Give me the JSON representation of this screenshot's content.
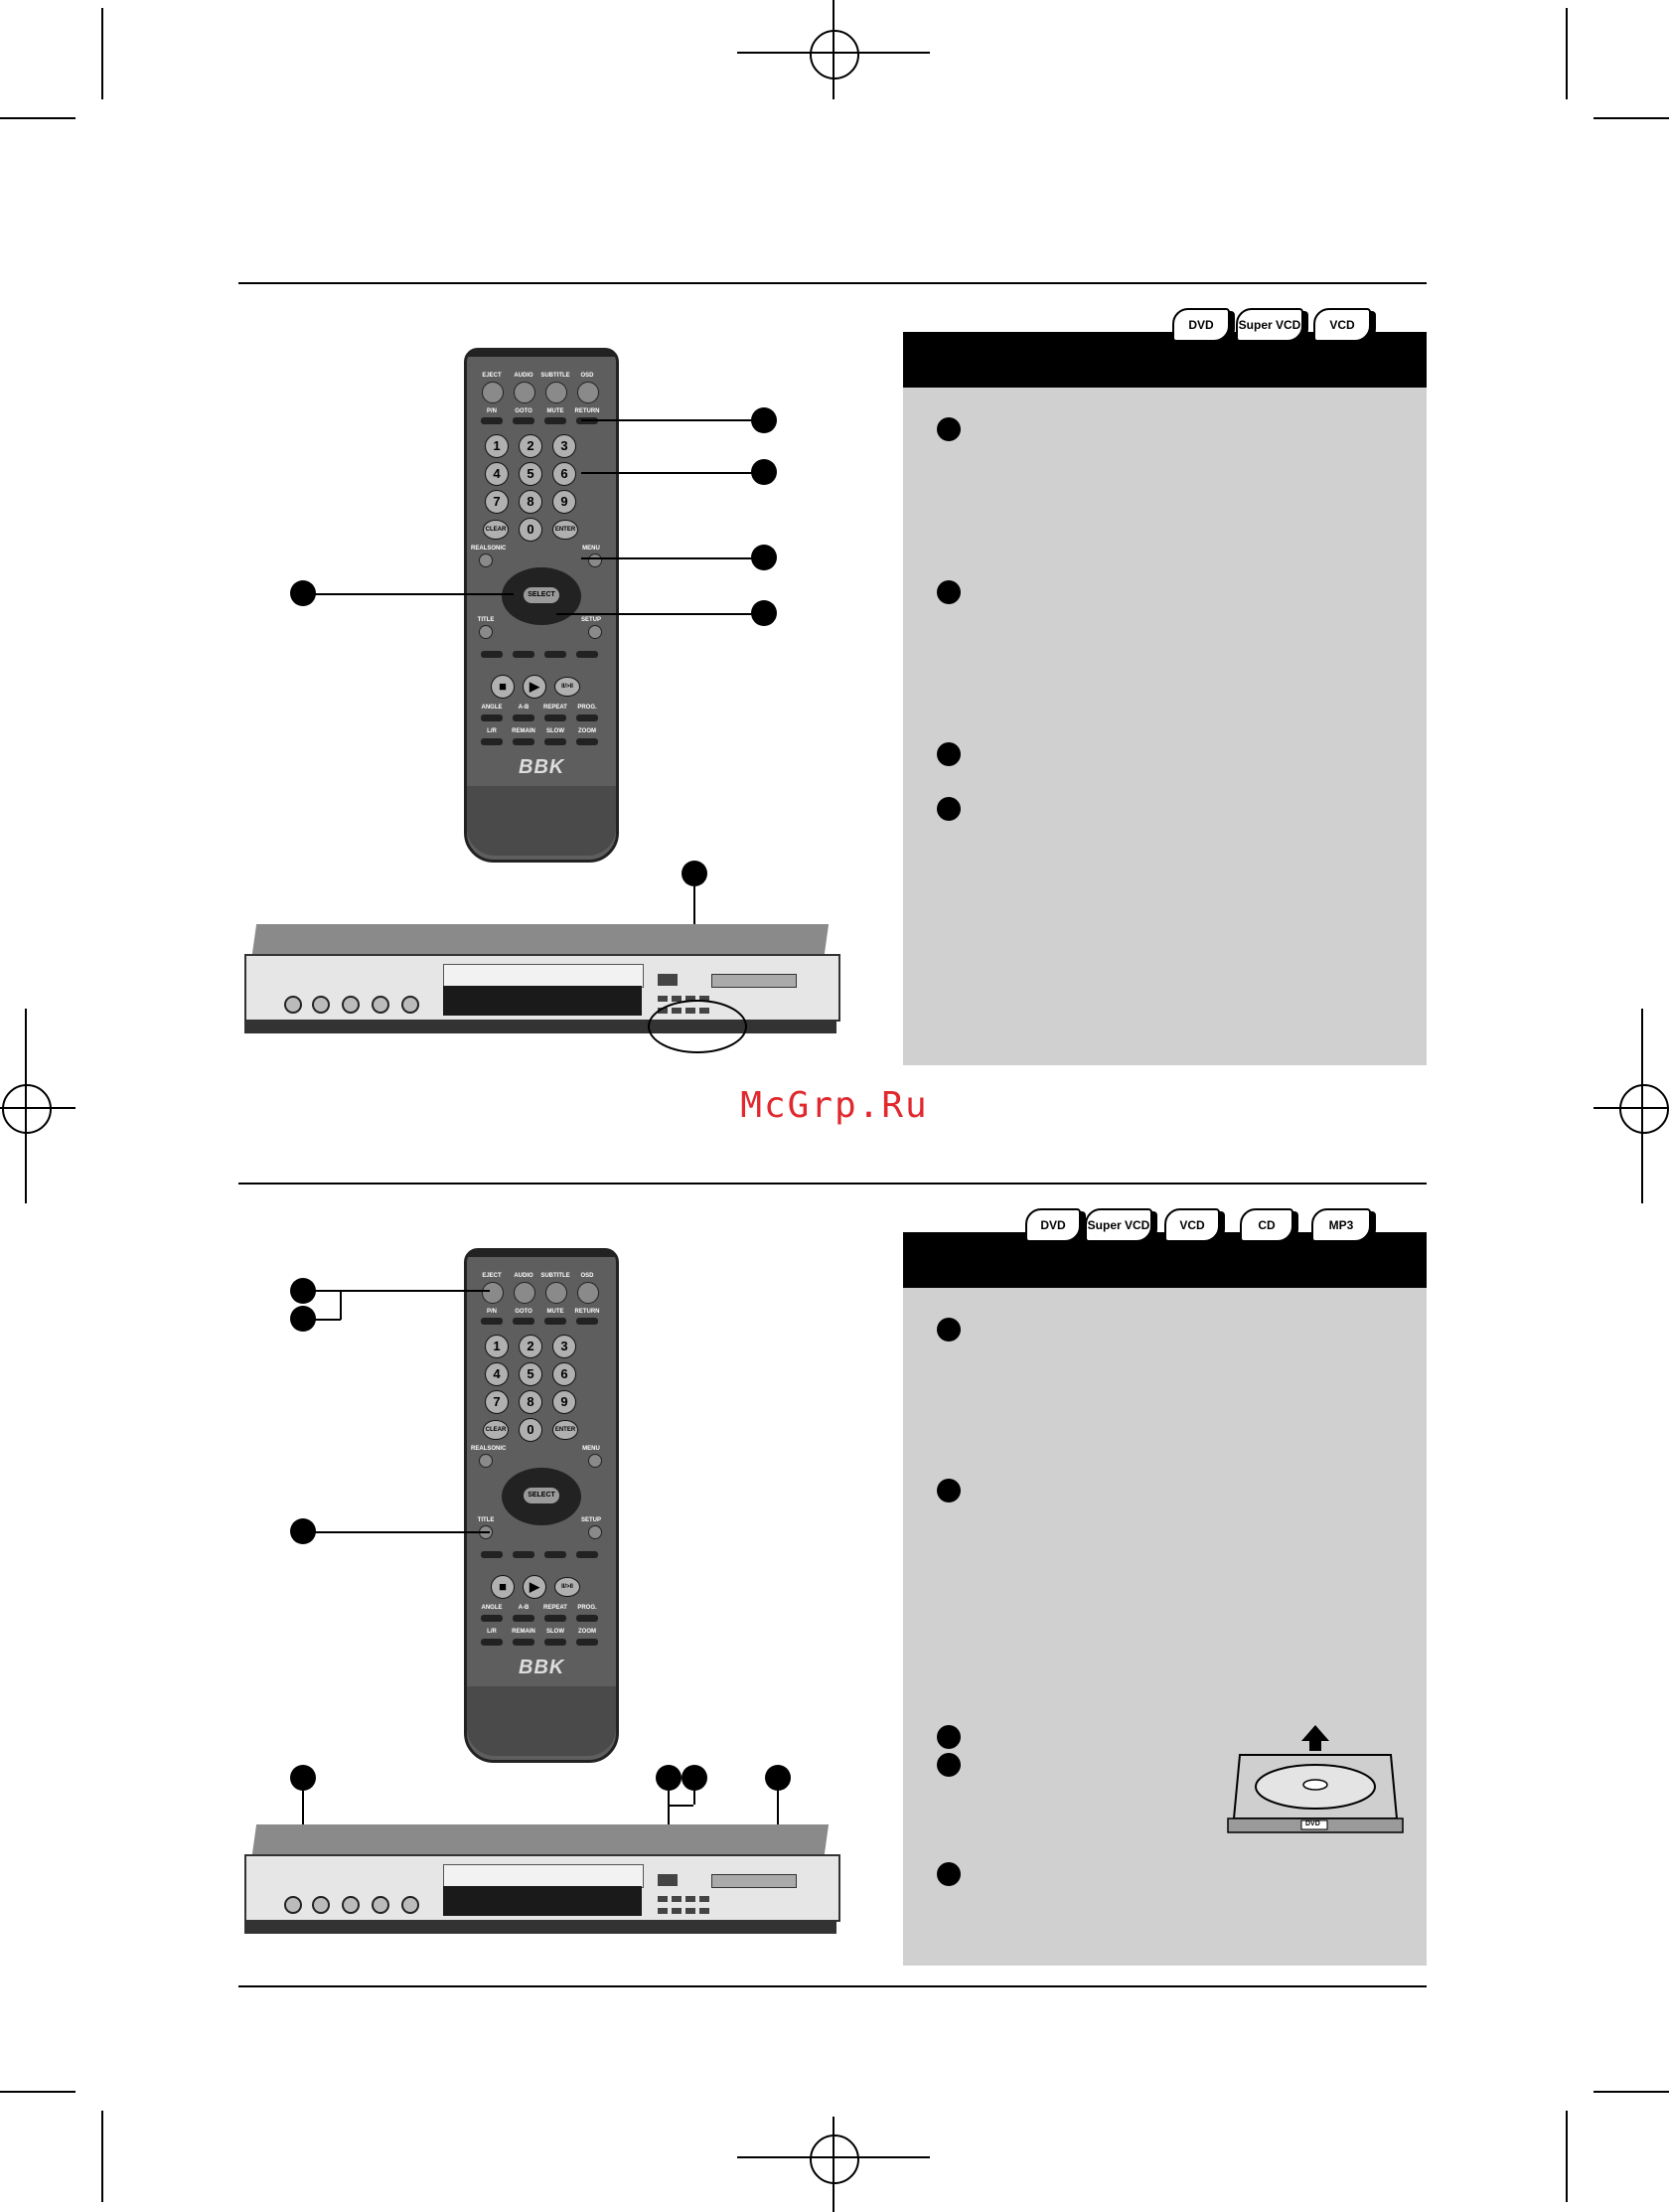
{
  "sections": [
    {
      "formats": [
        "DVD",
        "Super VCD",
        "VCD"
      ],
      "remote": {
        "brand": "BBK",
        "top_labels": [
          "EJECT",
          "AUDIO",
          "SUBTITLE",
          "OSD"
        ],
        "row2_labels": [
          "P/N",
          "GOTO",
          "MUTE",
          "RETURN"
        ],
        "numbers": [
          "1",
          "2",
          "3",
          "4",
          "5",
          "6",
          "7",
          "8",
          "9"
        ],
        "zero": "0",
        "clear": "CLEAR",
        "enter": "ENTER",
        "realsonic": "REALSONIC",
        "menu": "MENU",
        "select": "SELECT",
        "title": "TITLE",
        "setup": "SETUP",
        "transport_labels": [
          "ANGLE",
          "A-B",
          "REPEAT",
          "PROG."
        ],
        "bottom_labels": [
          "L/R",
          "REMAIN",
          "SLOW",
          "ZOOM"
        ],
        "pause": "II/>II"
      }
    },
    {
      "formats": [
        "DVD",
        "Super VCD",
        "VCD",
        "CD",
        "MP3"
      ],
      "remote": {
        "brand": "BBK",
        "top_labels": [
          "EJECT",
          "AUDIO",
          "SUBTITLE",
          "OSD"
        ],
        "row2_labels": [
          "P/N",
          "GOTO",
          "MUTE",
          "RETURN"
        ],
        "numbers": [
          "1",
          "2",
          "3",
          "4",
          "5",
          "6",
          "7",
          "8",
          "9"
        ],
        "zero": "0",
        "clear": "CLEAR",
        "enter": "ENTER",
        "realsonic": "REALSONIC",
        "menu": "MENU",
        "select": "SELECT",
        "title": "TITLE",
        "setup": "SETUP",
        "transport_labels": [
          "ANGLE",
          "A-B",
          "REPEAT",
          "PROG."
        ],
        "bottom_labels": [
          "L/R",
          "REMAIN",
          "SLOW",
          "ZOOM"
        ],
        "pause": "II/>II"
      },
      "disc_label": "DVD"
    }
  ],
  "watermark": "McGrp.Ru",
  "colors": {
    "panel": "#d0d0d0",
    "watermark": "#e0282e",
    "remote_body": "#5e5e5e"
  }
}
